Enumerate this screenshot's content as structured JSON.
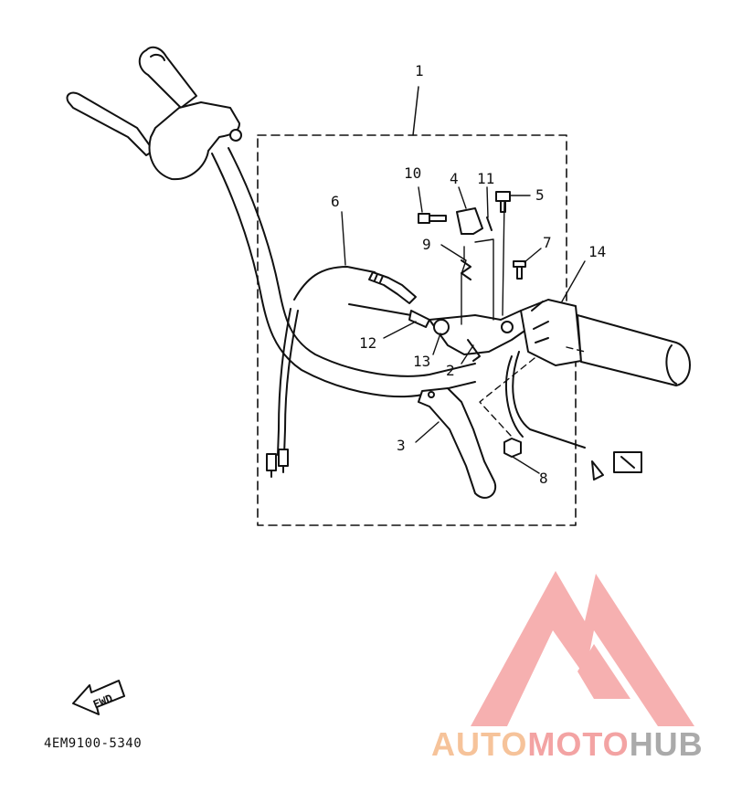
{
  "diagram": {
    "part_code": "4EM9100-5340",
    "fwd_label": "FWD",
    "callouts": {
      "c1": "1",
      "c2": "2",
      "c3": "3",
      "c4": "4",
      "c5": "5",
      "c6": "6",
      "c7": "7",
      "c8": "8",
      "c9": "9",
      "c10": "10",
      "c11": "11",
      "c12": "12",
      "c13": "13",
      "c14": "14"
    }
  },
  "watermark": {
    "brand_part1": "AUTO",
    "brand_part2": "MOTO",
    "brand_part3": "HUB",
    "color_orange": "#f6c39a",
    "color_pink": "#f3a3a3",
    "color_gray": "#aaaaaa"
  }
}
